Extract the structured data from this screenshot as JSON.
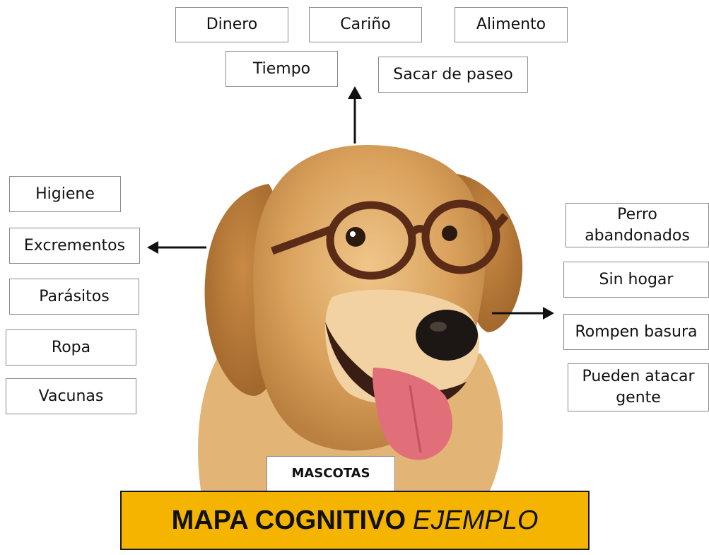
{
  "top": {
    "dinero": "Dinero",
    "carino": "Cariño",
    "alimento": "Alimento",
    "tiempo": "Tiempo",
    "paseo": "Sacar de paseo"
  },
  "left": {
    "higiene": "Higiene",
    "excrementos": "Excrementos",
    "parasitos": "Parásitos",
    "ropa": "Ropa",
    "vacunas": "Vacunas"
  },
  "right": {
    "perro_line1": "Perro",
    "perro_line2": "abandonados",
    "hogar": "Sin hogar",
    "basura": "Rompen basura",
    "atacar_line1": "Pueden atacar",
    "atacar_line2": "gente"
  },
  "center": {
    "label": "MASCOTAS"
  },
  "banner": {
    "main": "MAPA COGNITIVO",
    "emphasis": "EJEMPLO"
  },
  "colors": {
    "banner": "#f4b400",
    "fur": "#d9a15c",
    "tongue": "#e06f79"
  }
}
